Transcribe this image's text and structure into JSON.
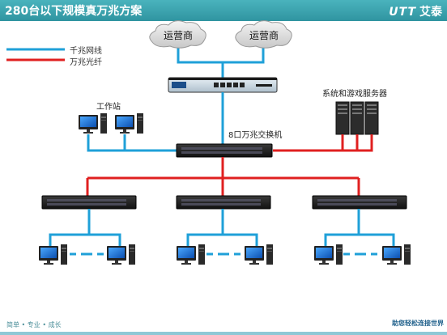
{
  "header": {
    "title": "280台以下规模真万兆方案",
    "logo_mark": "UTT",
    "logo_text": "艾泰"
  },
  "legend": [
    {
      "label": "千兆网线",
      "color": "#1fa0d8"
    },
    {
      "label": "万兆光纤",
      "color": "#e02020"
    }
  ],
  "clouds": [
    {
      "label": "运营商"
    },
    {
      "label": "运营商"
    }
  ],
  "labels": {
    "workstation": "工作站",
    "servers": "系统和游戏服务器",
    "core_switch": "8口万兆交换机"
  },
  "footer": {
    "left": "简单 • 专业 • 成长",
    "right": "助您轻松连接世界"
  },
  "colors": {
    "gigabit": "#1fa0d8",
    "ten_gig": "#e02020",
    "header": "#3aa4b0"
  }
}
